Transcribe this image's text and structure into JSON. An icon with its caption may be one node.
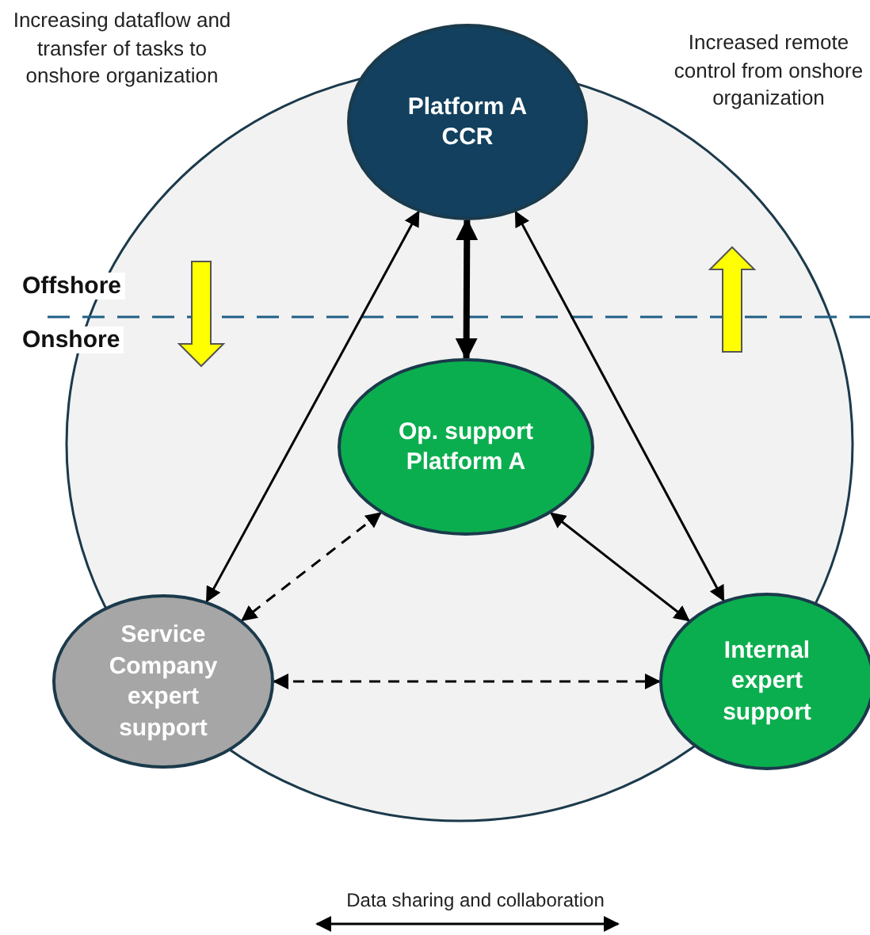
{
  "diagram": {
    "nodes": [
      {
        "text": [
          "Platform A CCR"
        ]
      },
      {
        "text": [
          "Op. support Platform A"
        ]
      },
      {
        "text": [
          "Service Company expert support"
        ]
      },
      {
        "text": [
          "Internal expert support"
        ]
      }
    ],
    "edges": [
      {
        "from": 0,
        "to": 1,
        "arrow": "both",
        "style": "thick"
      },
      {
        "from": 0,
        "to": 2,
        "arrow": "both"
      },
      {
        "from": 0,
        "to": 3,
        "arrow": "both"
      },
      {
        "from": 1,
        "to": 2,
        "arrow": "both",
        "style": "dashed"
      },
      {
        "from": 1,
        "to": 3,
        "arrow": "both"
      },
      {
        "from": 2,
        "to": 3,
        "arrow": "both",
        "style": "dashed"
      }
    ],
    "labels": [
      "Increasing dataflow and transfer of tasks to onshore organization",
      "Increased remote control from onshore organization",
      "Offshore",
      "Onshore"
    ],
    "legend": [
      {
        "text": "Data sharing and collaboration"
      }
    ]
  }
}
